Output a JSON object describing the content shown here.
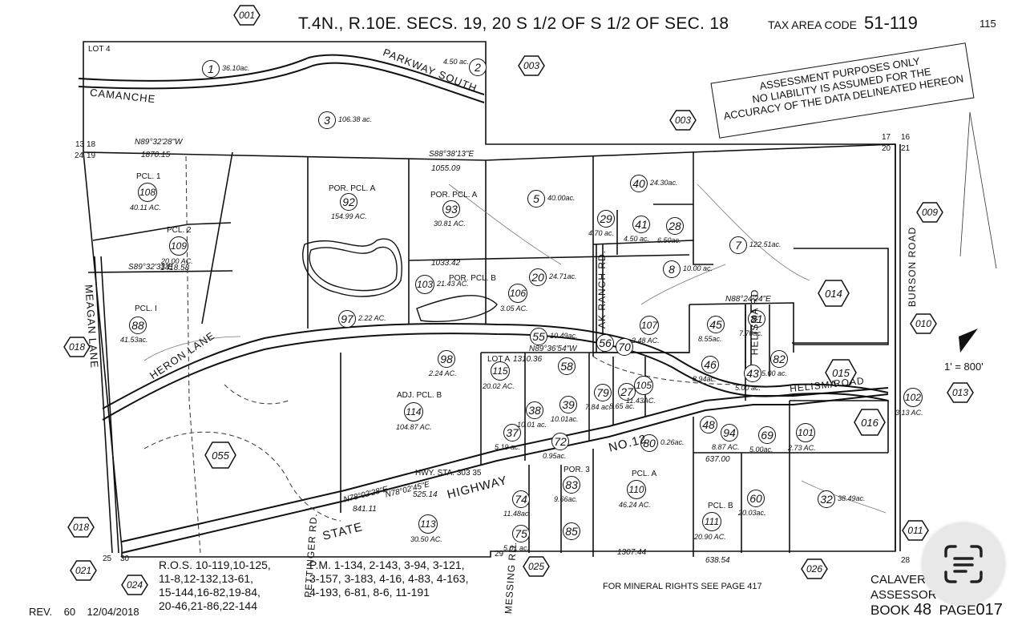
{
  "header": {
    "title": "T.4N., R.10E. SECS. 19, 20 S 1/2 OF S 1/2 OF SEC. 18",
    "tax_area_label": "TAX AREA CODE",
    "tax_area_code": "51-119",
    "page_number": "115"
  },
  "disclaimer": {
    "line1": "ASSESSMENT PURPOSES ONLY",
    "line2": "NO LIABILITY IS ASSUMED FOR THE",
    "line3": "ACCURACY OF THE DATA DELINEATED HEREON"
  },
  "adjacent_pages": [
    "001",
    "003",
    "003",
    "009",
    "010",
    "013",
    "014",
    "015",
    "016",
    "018",
    "018",
    "021",
    "024",
    "025",
    "026",
    "055",
    "011"
  ],
  "parcels": [
    {
      "id": "1",
      "acres": "36.10ac."
    },
    {
      "id": "2",
      "acres": "4.50 ac."
    },
    {
      "id": "3",
      "acres": "106.38 ac."
    },
    {
      "id": "5",
      "acres": "40.00ac."
    },
    {
      "id": "7",
      "acres": "122.51ac."
    },
    {
      "id": "8",
      "acres": "10.00 ac."
    },
    {
      "id": "20",
      "acres": "24.71ac."
    },
    {
      "id": "27",
      "acres": "8.65 ac."
    },
    {
      "id": "28",
      "acres": "6.50ac."
    },
    {
      "id": "29",
      "acres": "4.70 ac."
    },
    {
      "id": "32",
      "acres": "38.49ac."
    },
    {
      "id": "37",
      "acres": "5.19 ac."
    },
    {
      "id": "38",
      "acres": "10.01 ac."
    },
    {
      "id": "39",
      "acres": "10.01ac."
    },
    {
      "id": "40",
      "acres": "24.30ac."
    },
    {
      "id": "41",
      "acres": "4.50 ac."
    },
    {
      "id": "43",
      "acres": "5.00 ac."
    },
    {
      "id": "45",
      "acres": "8.55ac."
    },
    {
      "id": "46",
      "acres": "8.94ac."
    },
    {
      "id": "48",
      "acres": ""
    },
    {
      "id": "55",
      "acres": "10.49ac."
    },
    {
      "id": "56",
      "acres": ""
    },
    {
      "id": "58",
      "acres": ""
    },
    {
      "id": "60",
      "acres": "20.03ac."
    },
    {
      "id": "69",
      "acres": "5.00ac."
    },
    {
      "id": "70",
      "acres": ""
    },
    {
      "id": "72",
      "acres": "0.95ac."
    },
    {
      "id": "74",
      "acres": "11.48ac."
    },
    {
      "id": "75",
      "acres": "5.01 ac."
    },
    {
      "id": "79",
      "acres": "7.84 ac."
    },
    {
      "id": "80",
      "acres": "0.26ac."
    },
    {
      "id": "81",
      "acres": "7.70ac."
    },
    {
      "id": "82",
      "acres": "5.00 ac."
    },
    {
      "id": "83",
      "acres": "9.66ac."
    },
    {
      "id": "85",
      "acres": ""
    },
    {
      "id": "88",
      "acres": "41.53ac."
    },
    {
      "id": "92",
      "acres": "154.99 AC."
    },
    {
      "id": "93",
      "acres": "30.81 AC."
    },
    {
      "id": "94",
      "acres": "8.87 AC."
    },
    {
      "id": "97",
      "acres": "2.22 AC."
    },
    {
      "id": "98",
      "acres": "2.24 AC."
    },
    {
      "id": "101",
      "acres": "2.73 AC."
    },
    {
      "id": "102",
      "acres": "3.13 AC."
    },
    {
      "id": "103",
      "acres": "21.43 AC."
    },
    {
      "id": "105",
      "acres": "11.43AC."
    },
    {
      "id": "106",
      "acres": "3.05 AC."
    },
    {
      "id": "107",
      "acres": "2.48 AC."
    },
    {
      "id": "108",
      "acres": "40.11 AC."
    },
    {
      "id": "109",
      "acres": "20.00 AC."
    },
    {
      "id": "110",
      "acres": "46.24 AC."
    },
    {
      "id": "111",
      "acres": "20.90 AC."
    },
    {
      "id": "113",
      "acres": "30.50 AC."
    },
    {
      "id": "114",
      "acres": "104.87 AC."
    },
    {
      "id": "115",
      "acres": "20.02 AC."
    }
  ],
  "parcel_labels": {
    "pcl1_108": "PCL. 1",
    "pcl2_109": "PCL. 2",
    "pcl1_88": "PCL. I",
    "por_pcl_a_92": "POR. PCL. A",
    "por_pcl_a_93": "POR. PCL. A",
    "por_pcl_b_103": "POR. PCL. B",
    "adj_pcl_b_114": "ADJ. PCL. B",
    "pcl_a_110": "PCL. A",
    "pcl_b_111": "PCL. B",
    "lot_a_115": "LOT A",
    "por3_83": "POR. 3",
    "lot4": "LOT 4",
    "hwy_sta": "HWY. STA. 303 35"
  },
  "roads": {
    "camanche": "CAMANCHE",
    "parkway": "PARKWAY",
    "south": "SOUTH",
    "heron_lane": "HERON LANE",
    "meagan_lane": "MEAGAN LANE",
    "state": "STATE",
    "highway": "HIGHWAY",
    "no12": "NO.12",
    "pettinger": "PETTINGER RD.",
    "messing": "MESSING RD.",
    "ranch_rd": "AK RANCH RD.",
    "helisma_rd": "HELISMA RD",
    "helisma": "HELISMA",
    "road": "ROAD",
    "burson": "BURSON ROAD"
  },
  "bearings": {
    "n89_west": "N89°32'28\"W",
    "n89_south": "S89°32'33\"E",
    "n89_36": "N89°36'54\"W",
    "n78_02": "N78°02'28\"E",
    "n78_02b": "N78°02'45\"E",
    "n88_24": "N88°24'24\"E",
    "s88_38": "S88°38'13\"E"
  },
  "section_corners": {
    "c13": "13",
    "c18": "18",
    "c24": "24",
    "c19": "19",
    "c17": "17",
    "c16": "16",
    "c20": "20",
    "c21": "21",
    "c25": "25",
    "c30": "30",
    "c29": "29",
    "c28": "28"
  },
  "dimensions": {
    "d1870": "1870.15",
    "d1418": "1418.58",
    "d1033": "1033.42",
    "d1310": "1310.36",
    "d1055": "1055.09",
    "d637": "637.00",
    "d638": "638.54",
    "d1307": "1307.44",
    "d841": "841.11",
    "d525": "525.14"
  },
  "scale": "1' = 800'",
  "references": {
    "ros": "R.O.S. 10-119,10-125,\n11-8,12-132,13-61,\n15-144,16-82,19-84,\n20-46,21-86,22-144",
    "pm": "P.M. 1-134, 2-143, 3-94, 3-121,\n3-157, 3-183, 4-16, 4-83, 4-163,\n4-193, 6-81, 8-6, 11-191"
  },
  "revision": {
    "label": "REV.",
    "number": "60",
    "date": "12/04/2018"
  },
  "mineral_note": "FOR MINERAL RIGHTS SEE PAGE 417",
  "footer": {
    "county": "CALAVER\nASSESSOR",
    "book_label": "BOOK",
    "book_number": "48",
    "page_label": "PAGE",
    "page_number": "017"
  },
  "scan_button": {
    "icon": "text-scan-icon"
  }
}
